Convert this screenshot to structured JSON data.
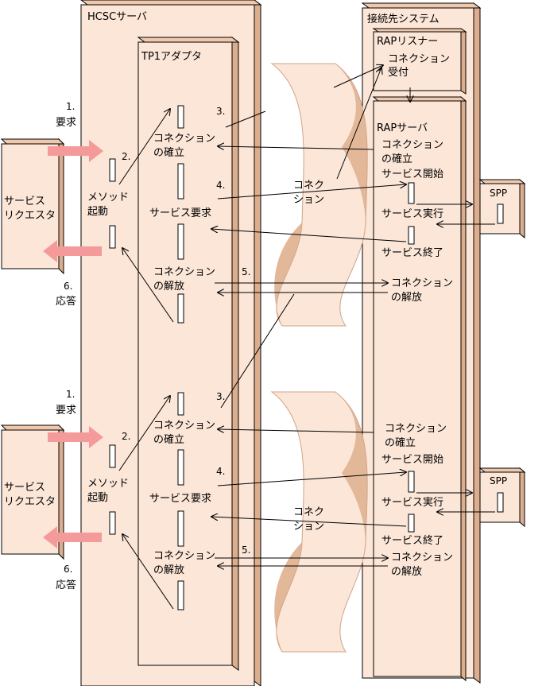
{
  "hcsc_server": "HCSCサーバ",
  "tp1_adapter": "TP1アダプタ",
  "target_system": "接続先システム",
  "rap_listener": "RAPリスナー",
  "rap_server": "RAPサーバ",
  "colors": {
    "box_fill": "#fbe6d8",
    "box_side": "#dcae8e",
    "arrow_fill": "#f59a9a",
    "tube_light": "#fbe6d8",
    "tube_dark": "#e3b899"
  },
  "top": {
    "step1_num": "1.",
    "step1_label": "要求",
    "step2_num": "2.",
    "step3_num": "3.",
    "step4_num": "4.",
    "step5_num": "5.",
    "step6_num": "6.",
    "step6_label": "応答",
    "requester_line1": "サービス",
    "requester_line2": "リクエスタ",
    "method_line1": "メソッド",
    "method_line2": "起動",
    "conn_establish_line1": "コネクション",
    "conn_establish_line2": "の確立",
    "service_request": "サービス要求",
    "conn_release_line1": "コネクション",
    "conn_release_line2": "の解放",
    "tube_line1": "コネク",
    "tube_line2": "ション",
    "accept_line1": "コネクション",
    "accept_line2": "受付",
    "rap_conn_line1": "コネクション",
    "rap_conn_line2": "の確立",
    "service_start": "サービス開始",
    "service_exec": "サービス実行",
    "service_end": "サービス終了",
    "rap_release_line1": "コネクション",
    "rap_release_line2": "の解放",
    "spp": "SPP"
  },
  "bottom": {
    "step1_num": "1.",
    "step1_label": "要求",
    "step2_num": "2.",
    "step3_num": "3.",
    "step4_num": "4.",
    "step5_num": "5.",
    "step6_num": "6.",
    "step6_label": "応答",
    "requester_line1": "サービス",
    "requester_line2": "リクエスタ",
    "method_line1": "メソッド",
    "method_line2": "起動",
    "conn_establish_line1": "コネクション",
    "conn_establish_line2": "の確立",
    "service_request": "サービス要求",
    "conn_release_line1": "コネクション",
    "conn_release_line2": "の解放",
    "tube_line1": "コネク",
    "tube_line2": "ション",
    "rap_conn_line1": "コネクション",
    "rap_conn_line2": "の確立",
    "service_start": "サービス開始",
    "service_exec": "サービス実行",
    "service_end": "サービス終了",
    "rap_release_line1": "コネクション",
    "rap_release_line2": "の解放",
    "spp": "SPP"
  }
}
